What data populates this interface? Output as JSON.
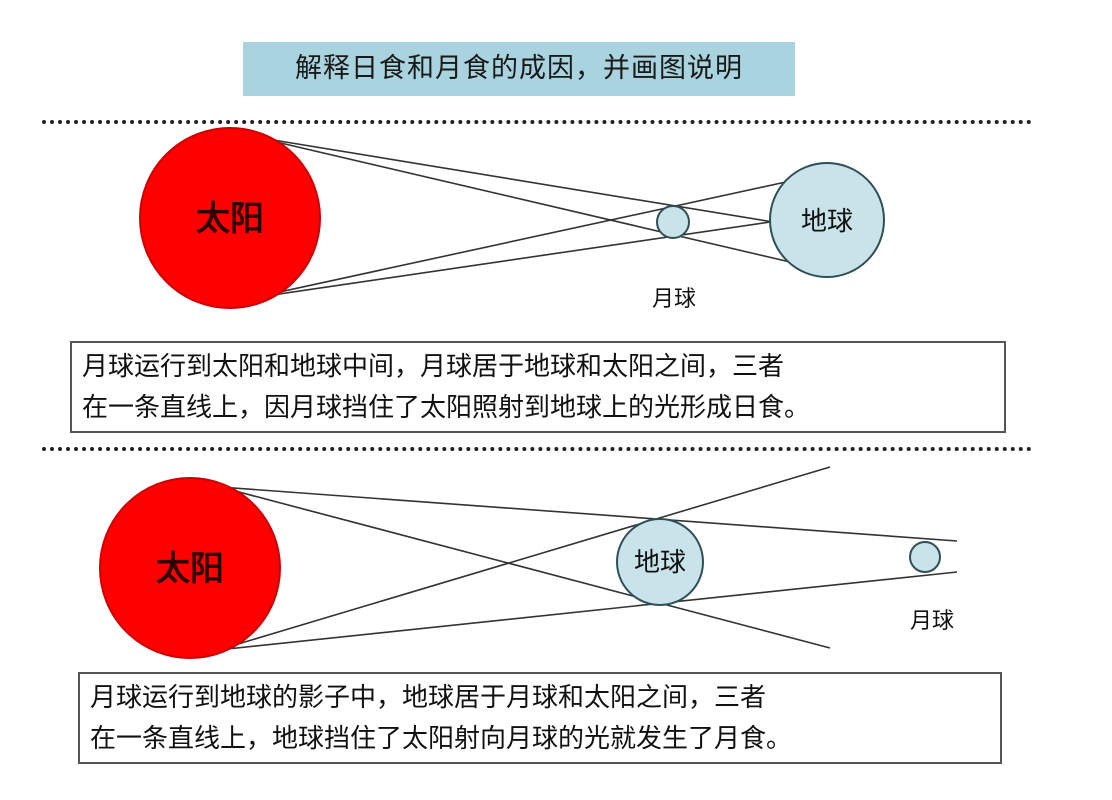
{
  "title": "解释日食和月食的成因，并画图说明",
  "colors": {
    "title_bg": "#a9d3de",
    "sun": "#ff0000",
    "sun_stroke": "#cc0000",
    "earth_moon_fill": "#c8e3e9",
    "earth_moon_stroke": "#2e4f55",
    "ray": "#333333"
  },
  "solar_eclipse": {
    "sun_label": "太阳",
    "earth_label": "地球",
    "moon_label": "月球",
    "caption_line1": "月球运行到太阳和地球中间，月球居于地球和太阳之间，三者",
    "caption_line2": "在一条直线上，因月球挡住了太阳照射到地球上的光形成日食。"
  },
  "lunar_eclipse": {
    "sun_label": "太阳",
    "earth_label": "地球",
    "moon_label": "月球",
    "caption_line1": "月球运行到地球的影子中，地球居于月球和太阳之间，三者",
    "caption_line2": "在一条直线上，地球挡住了太阳射向月球的光就发生了月食。"
  }
}
